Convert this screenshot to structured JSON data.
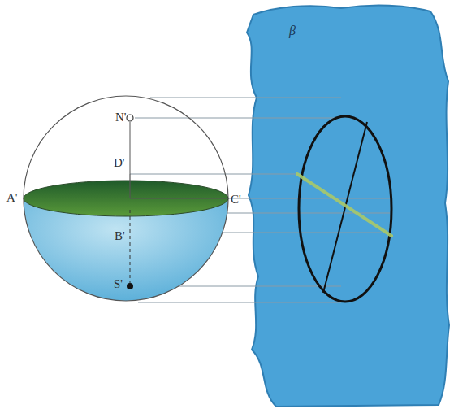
{
  "diagram": {
    "labels": [
      "N'",
      "D'",
      "A'",
      "C'",
      "B'",
      "S'",
      "β"
    ]
  }
}
